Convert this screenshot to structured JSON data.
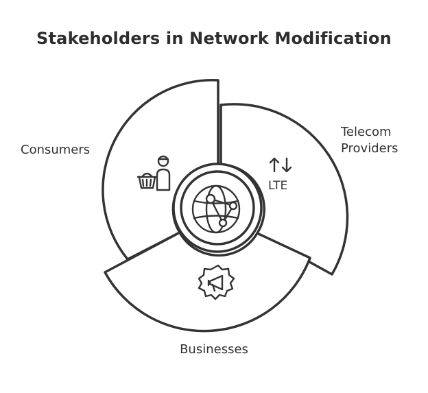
{
  "title": "Stakeholders in Network Modification",
  "segments": {
    "consumers": {
      "label": "Consumers",
      "icon": "shopper-with-basket-icon"
    },
    "telecom": {
      "label_line1": "Telecom",
      "label_line2": "Providers",
      "icon": "lte-signal-icon",
      "icon_text": "LTE"
    },
    "businesses": {
      "label": "Businesses",
      "icon": "gear-megaphone-icon"
    }
  },
  "center": {
    "icon": "globe-network-icon"
  },
  "colors": {
    "stroke": "#333333",
    "fill": "#ffffff"
  }
}
